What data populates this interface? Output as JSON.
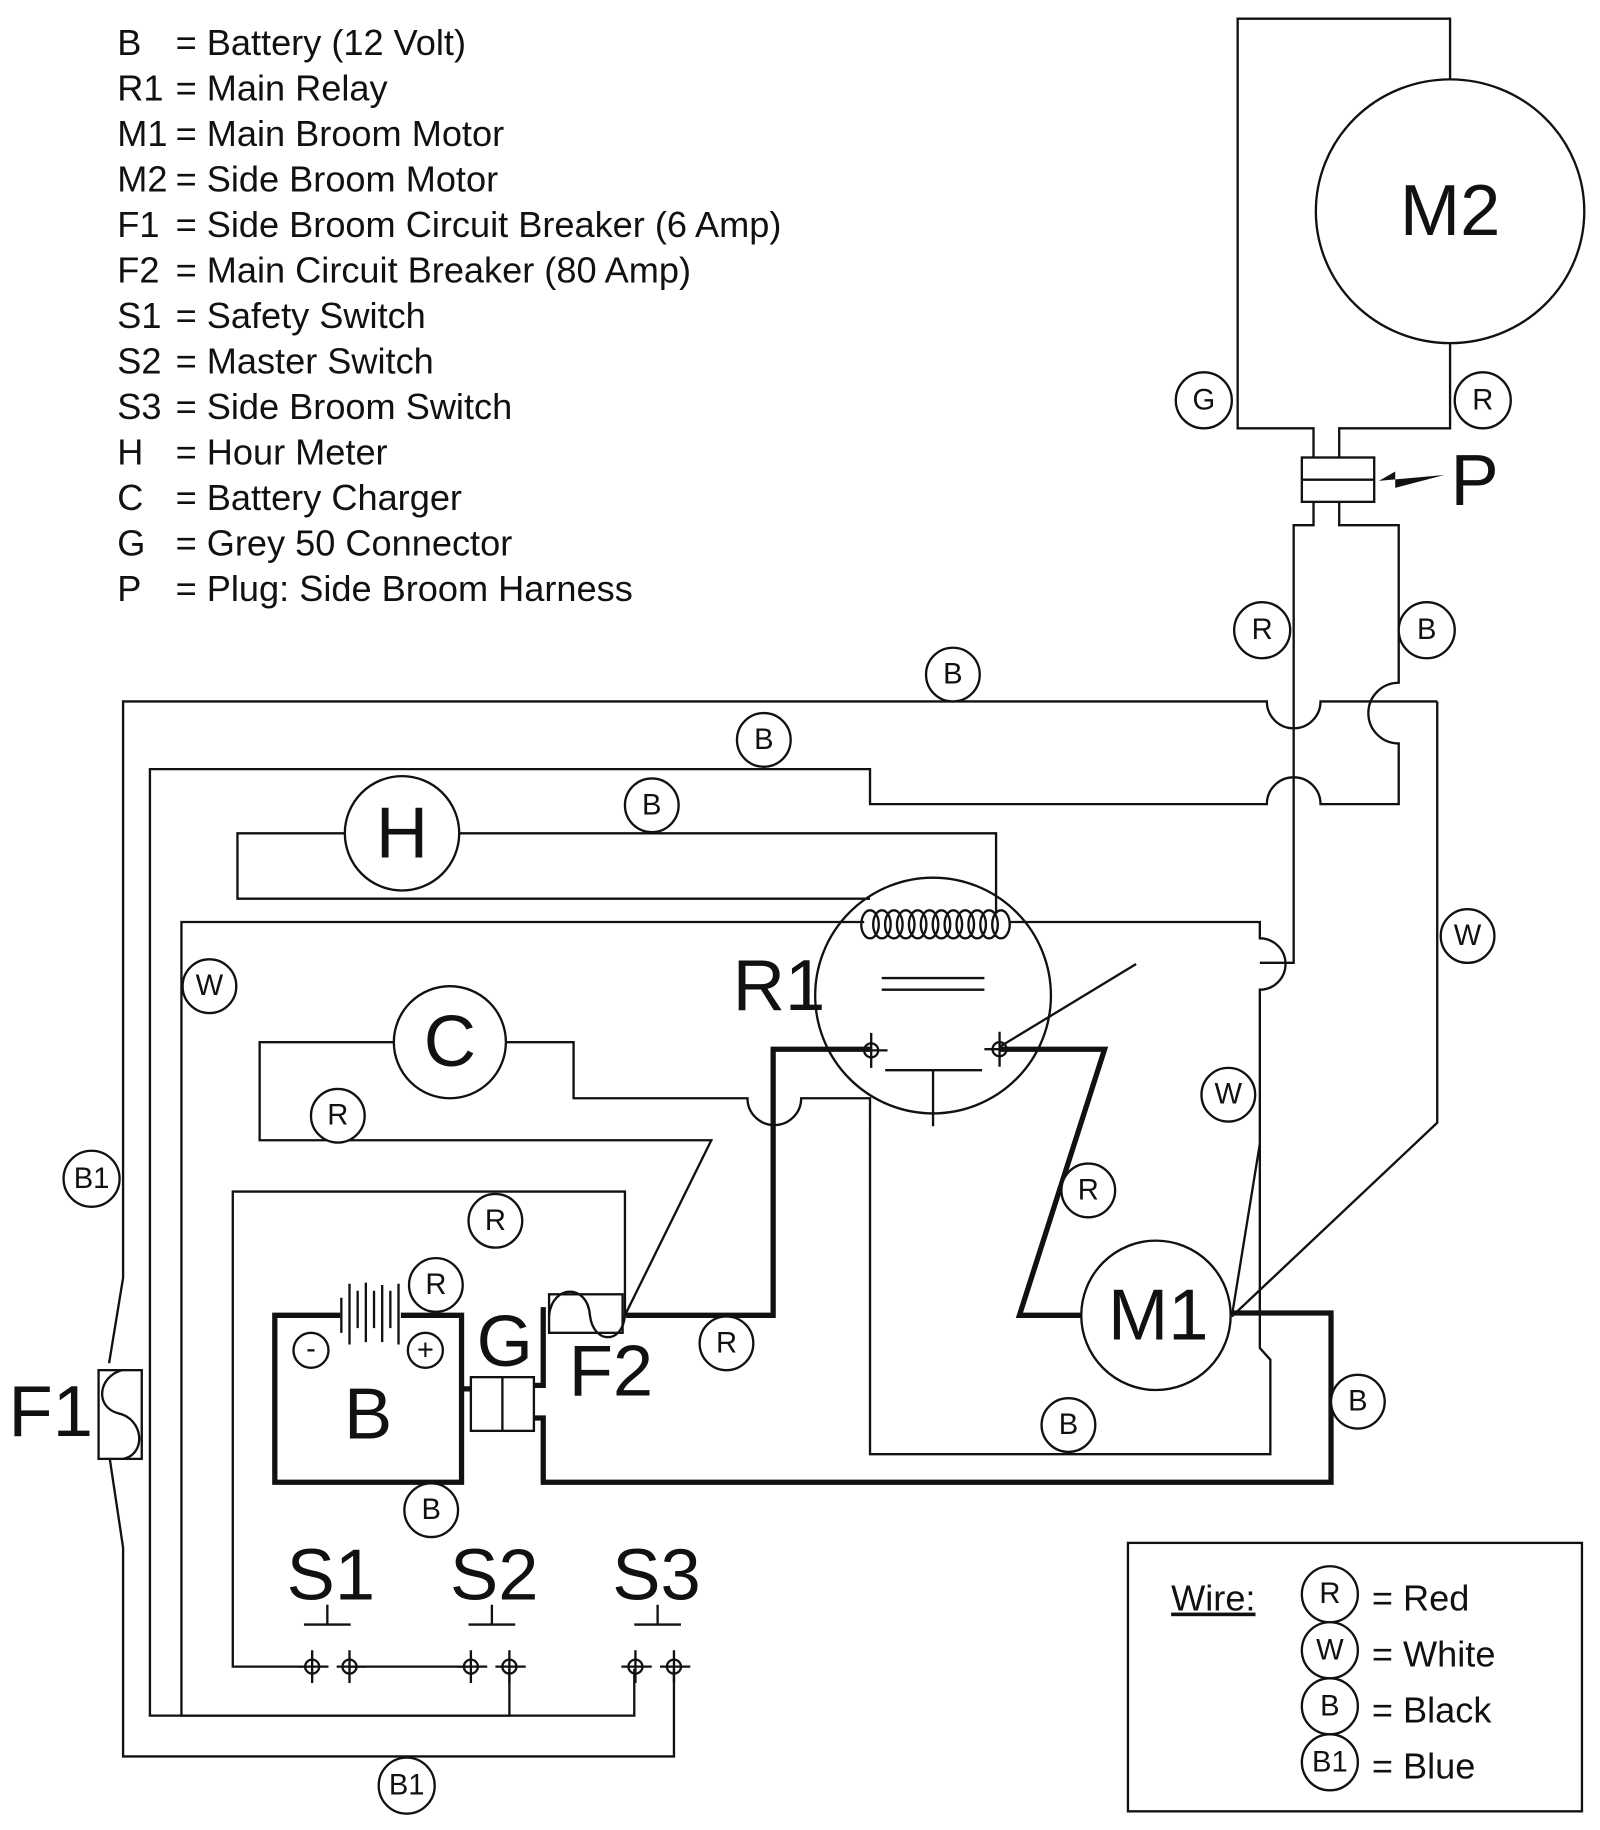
{
  "legend": [
    {
      "code": "B",
      "description": "= Battery (12 Volt)"
    },
    {
      "code": "R1",
      "description": "= Main Relay"
    },
    {
      "code": "M1",
      "description": "= Main Broom Motor"
    },
    {
      "code": "M2",
      "description": "= Side Broom Motor"
    },
    {
      "code": "F1",
      "description": "= Side Broom Circuit Breaker (6 Amp)"
    },
    {
      "code": "F2",
      "description": "= Main Circuit Breaker (80 Amp)"
    },
    {
      "code": "S1",
      "description": "= Safety Switch"
    },
    {
      "code": "S2",
      "description": "= Master Switch"
    },
    {
      "code": "S3",
      "description": "= Side Broom Switch"
    },
    {
      "code": "H",
      "description": "= Hour Meter"
    },
    {
      "code": "C",
      "description": "= Battery Charger"
    },
    {
      "code": "G",
      "description": "= Grey 50 Connector"
    },
    {
      "code": "P",
      "description": "= Plug: Side Broom Harness"
    }
  ],
  "components": {
    "M2": "M2",
    "M1": "M1",
    "R1": "R1",
    "H": "H",
    "C": "C",
    "B": "B",
    "G": "G",
    "F1": "F1",
    "F2": "F2",
    "P": "P",
    "S1": "S1",
    "S2": "S2",
    "S3": "S3",
    "battery_minus": "-",
    "battery_plus": "+"
  },
  "wire_tags": {
    "m2_left": "G",
    "m2_right": "R",
    "harness_left": "R",
    "harness_right": "B",
    "top_1": "B",
    "top_2": "B",
    "top_3": "B",
    "left_w": "W",
    "right_w": "W",
    "mid_w": "W",
    "charger_r": "R",
    "left_b1": "B1",
    "f2_loop_r": "R",
    "battery_r": "R",
    "f2_out_r": "R",
    "relay_r": "R",
    "battery_b": "B",
    "m1_bottom_b": "B",
    "m1_right_b": "B",
    "bottom_b1": "B1"
  },
  "wire_key": {
    "title": "Wire:",
    "items": [
      {
        "tag": "R",
        "label": "= Red"
      },
      {
        "tag": "W",
        "label": "= White"
      },
      {
        "tag": "B",
        "label": "= Black"
      },
      {
        "tag": "B1",
        "label": "= Blue"
      }
    ]
  }
}
